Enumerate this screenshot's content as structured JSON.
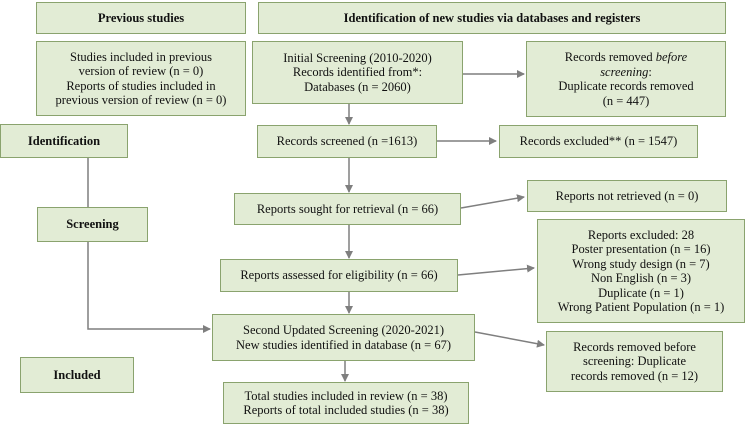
{
  "headers": {
    "previous": "Previous studies",
    "new": "Identification of new studies via databases and registers"
  },
  "stages": {
    "identification": "Identification",
    "screening": "Screening",
    "included": "Included"
  },
  "previous_box": {
    "line1": "Studies included in previous",
    "line2": "version of review (n = 0)",
    "line3": "Reports of studies included in",
    "line4": "previous version of review (n = 0)"
  },
  "initial": {
    "line1": "Initial Screening (2010-2020)",
    "line2": "Records identified from*:",
    "line3": "Databases (n = 2060)"
  },
  "removed_before": {
    "line1_pre": "Records removed ",
    "line1_em": "before",
    "line2": "screening",
    "line2_suffix": ":",
    "line3": "Duplicate records removed",
    "line4": "(n = 447)"
  },
  "screened": "Records screened (n =1613)",
  "excluded": "Records excluded** (n = 1547)",
  "sought": "Reports sought for retrieval (n = 66)",
  "not_retrieved": "Reports not retrieved (n = 0)",
  "assessed": "Reports assessed for eligibility (n = 66)",
  "reports_excluded": {
    "line1": "Reports excluded: 28",
    "line2": "Poster presentation (n = 16)",
    "line3": "Wrong study design (n = 7)",
    "line4": "Non English (n = 3)",
    "line5": "Duplicate (n = 1)",
    "line6": "Wrong Patient Population (n = 1)"
  },
  "second": {
    "line1": "Second Updated Screening (2020-2021)",
    "line2": "New studies identified in database (n = 67)"
  },
  "removed_second": {
    "line1": "Records removed before",
    "line2": "screening: Duplicate",
    "line3": "records removed (n = 12)"
  },
  "total": {
    "line1": "Total studies included in review (n = 38)",
    "line2": "Reports of total included studies (n = 38)"
  },
  "colors": {
    "box_fill": "#e2ecd5",
    "box_border": "#8aa36e",
    "arrow": "#7f7f7f"
  }
}
